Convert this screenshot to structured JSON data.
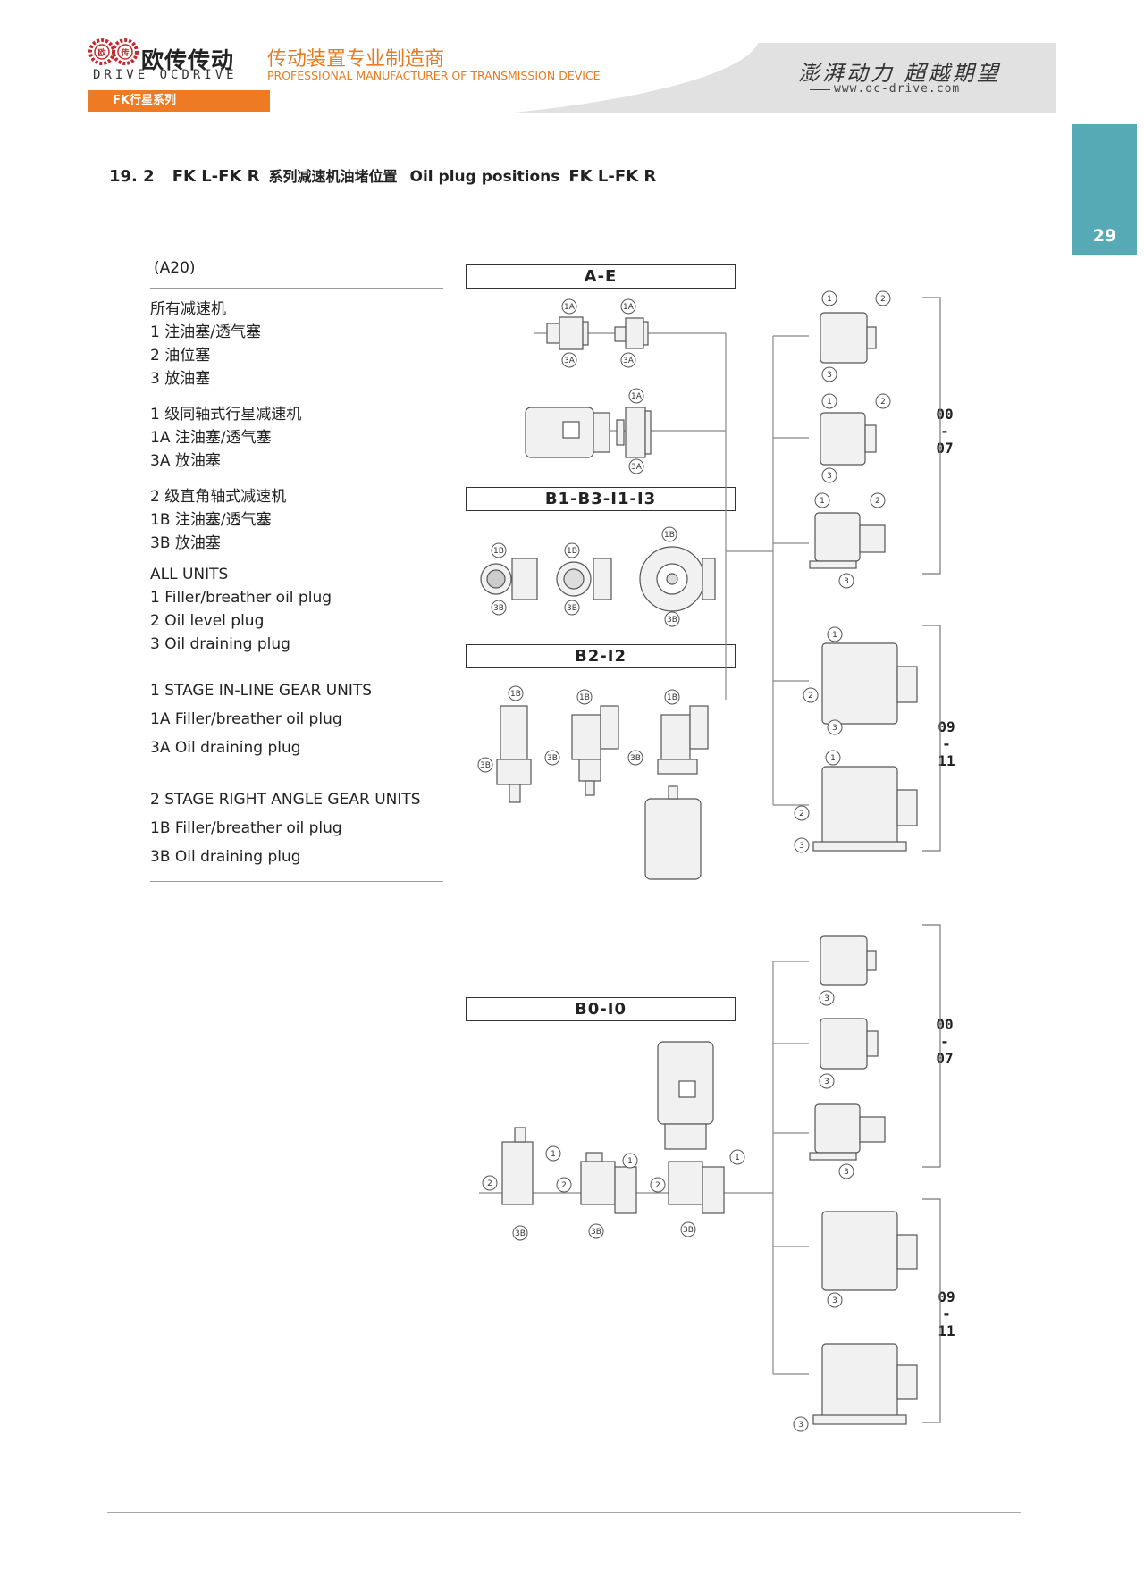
{
  "header": {
    "logo_zh": "欧传传动",
    "logo_en": "DRIVE OCDRIVE",
    "logo_badge_1": "欧",
    "logo_badge_2": "传",
    "tagline_zh": "传动装置专业制造商",
    "tagline_en": "PROFESSIONAL MANUFACTURER OF TRANSMISSION DEVICE",
    "slogan": "澎湃动力 超越期望",
    "website": "www.oc-drive.com",
    "series": "FK行星系列",
    "page_number": "29"
  },
  "section": {
    "number": "19. 2",
    "model": "FK L-FK R",
    "title_zh": "系列减速机油堵位置",
    "title_en": "Oil plug positions",
    "model_suffix": "FK L-FK R"
  },
  "legend": {
    "code": "(A20)",
    "zh": [
      "所有减速机",
      "1  注油塞/透气塞",
      "2  油位塞",
      "3  放油塞",
      "1 级同轴式行星减速机",
      "1A  注油塞/透气塞",
      "3A  放油塞",
      "2 级直角轴式减速机",
      "1B  注油塞/透气塞",
      "3B  放油塞"
    ],
    "en": [
      "ALL UNITS",
      "1 Filler/breather oil plug",
      "2 Oil level plug",
      "3 Oil draining plug",
      "1 STAGE IN-LINE GEAR UNITS",
      "1A   Filler/breather oil plug",
      "3A    Oil draining plug",
      "2 STAGE RIGHT ANGLE GEAR UNITS",
      "1B   Filler/breather oil plug",
      "3B   Oil draining plug"
    ]
  },
  "mounting": {
    "ae": "A-E",
    "b1": "B1-B3-I1-I3",
    "b2": "B2-I2",
    "b0": "B0-I0"
  },
  "sizes": {
    "top_small": [
      "00",
      "-",
      "07"
    ],
    "top_large": [
      "09",
      "-",
      "11"
    ],
    "bottom_small": [
      "00",
      "-",
      "07"
    ],
    "bottom_large": [
      "09",
      "-",
      "11"
    ]
  },
  "plug_labels": {
    "p1": "1",
    "p2": "2",
    "p3": "3",
    "p1a": "1A",
    "p3a": "3A",
    "p1b": "1B",
    "p3b": "3B"
  }
}
